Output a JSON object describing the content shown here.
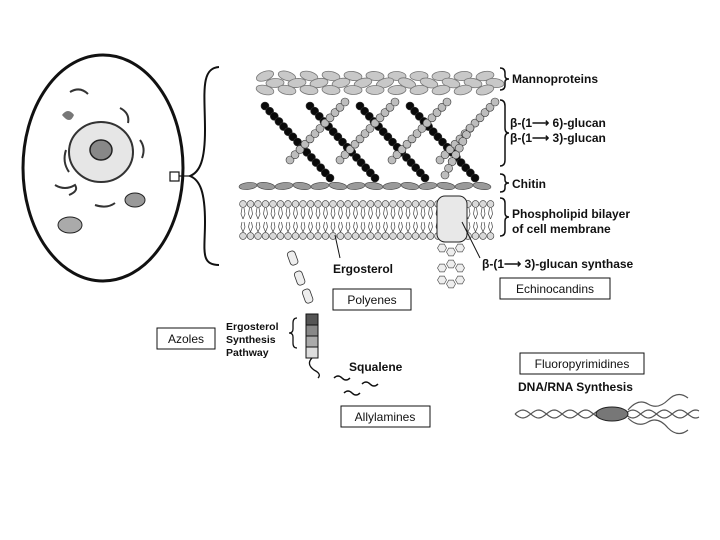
{
  "labels": {
    "mannoproteins": "Mannoproteins",
    "glucan16": "β-(1⟶ 6)-glucan",
    "glucan13": "β-(1⟶ 3)-glucan",
    "chitin": "Chitin",
    "phospholipid_line1": "Phospholipid bilayer",
    "phospholipid_line2": "of cell membrane",
    "glucan_synthase": "β-(1⟶ 3)-glucan synthase",
    "ergosterol": "Ergosterol",
    "ergosterol_pathway_line1": "Ergosterol",
    "ergosterol_pathway_line2": "Synthesis",
    "ergosterol_pathway_line3": "Pathway",
    "squalene": "Squalene",
    "dna_rna": "DNA/RNA Synthesis"
  },
  "drugs": {
    "polyenes": "Polyenes",
    "azoles": "Azoles",
    "echinocandins": "Echinocandins",
    "allylamines": "Allylamines",
    "fluoropyrimidines": "Fluoropyrimidines"
  },
  "colors": {
    "ink": "#111111",
    "dark_chain": "#0a0a0a",
    "light_chain": "#bdbdbd",
    "protein": "#c8c8c8",
    "chitin": "#9a9a9a",
    "membrane_head": "#d9d9d9"
  }
}
